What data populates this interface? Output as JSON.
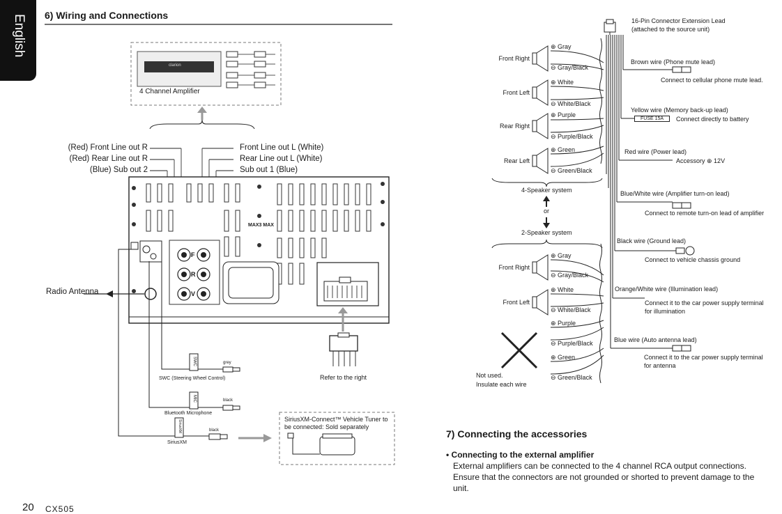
{
  "language_tab": "English",
  "left_section_title": "6) Wiring and Connections",
  "amplifier": {
    "label": "4 Channel Amplifier",
    "brand": "clarion"
  },
  "line_outputs": {
    "front_r": "(Red) Front Line out R",
    "rear_r": "(Red) Rear Line out R",
    "sub2": "(Blue) Sub out 2",
    "front_l": "Front Line out L (White)",
    "rear_l": "Rear Line out L (White)",
    "sub1": "Sub out 1 (Blue)"
  },
  "head_unit": {
    "model_mark": "MAX3 MAX",
    "jack_labels": [
      "F",
      "R",
      "V"
    ]
  },
  "radio_antenna": "Radio Antenna",
  "refer_right": "Refer to the right",
  "swc": {
    "tag": "SWC",
    "color": "grey",
    "label": "SWC (Steering Wheel Control)"
  },
  "mic": {
    "tag": "MIC",
    "color": "black",
    "label": "Bluetooth Microphone"
  },
  "siriusxm": {
    "tag": "SiriusXM",
    "color": "black",
    "label": "SiriusXM"
  },
  "sxm_tuner": {
    "line1": "SiriusXM-Connect™ Vehicle Tuner to",
    "line2": "be connected: Sold separately"
  },
  "connector_lead": {
    "line1": "16-Pin Connector Extension Lead",
    "line2": "(attached to the source unit)"
  },
  "four_speaker": {
    "title": "4-Speaker system",
    "speakers": [
      {
        "name": "Front Right",
        "plus": "⊕ Gray",
        "minus": "⊖ Gray/Black"
      },
      {
        "name": "Front Left",
        "plus": "⊕ White",
        "minus": "⊖ White/Black"
      },
      {
        "name": "Rear Right",
        "plus": "⊕ Purple",
        "minus": "⊖ Purple/Black"
      },
      {
        "name": "Rear Left",
        "plus": "⊕ Green",
        "minus": "⊖ Green/Black"
      }
    ]
  },
  "or_text": "or",
  "two_speaker": {
    "title": "2-Speaker system",
    "speakers": [
      {
        "name": "Front Right",
        "plus": "⊕ Gray",
        "minus": "⊖ Gray/Black"
      },
      {
        "name": "Front Left",
        "plus": "⊕ White",
        "minus": "⊖ White/Black"
      }
    ],
    "unused_wires": [
      "⊕ Purple",
      "⊖ Purple/Black",
      "⊕ Green",
      "⊖ Green/Black"
    ],
    "not_used_line1": "Not used.",
    "not_used_line2": "Insulate each wire"
  },
  "wires": {
    "brown": {
      "label": "Brown wire (Phone mute lead)",
      "desc": "Connect to cellular phone mute lead."
    },
    "yellow": {
      "label": "Yellow wire (Memory back-up lead)",
      "fuse": "FUSE 15A",
      "desc": "Connect directly to battery"
    },
    "red": {
      "label": "Red wire (Power lead)",
      "desc": "Accessory ⊕ 12V"
    },
    "blue_white": {
      "label": "Blue/White wire (Amplifier turn-on lead)",
      "desc": "Connect to remote turn-on lead of amplifier"
    },
    "black": {
      "label": "Black wire (Ground lead)",
      "desc": "Connect to vehicle chassis ground"
    },
    "orange_white": {
      "label": "Orange/White wire (Illumination lead)",
      "desc1": "Connect it to the car power supply terminal",
      "desc2": "for illumination"
    },
    "blue": {
      "label": "Blue wire (Auto antenna lead)",
      "desc1": "Connect it to the car power supply terminal",
      "desc2": "for antenna"
    }
  },
  "section7": {
    "title": "7) Connecting the accessories",
    "bullet": "• Connecting to the external amplifier",
    "line1": "External amplifiers can be connected to the 4 channel RCA output connections.",
    "line2": "Ensure that the connectors are not grounded or shorted to prevent damage to the",
    "line3": "unit."
  },
  "footer": {
    "page": "20",
    "model": "CX505"
  }
}
